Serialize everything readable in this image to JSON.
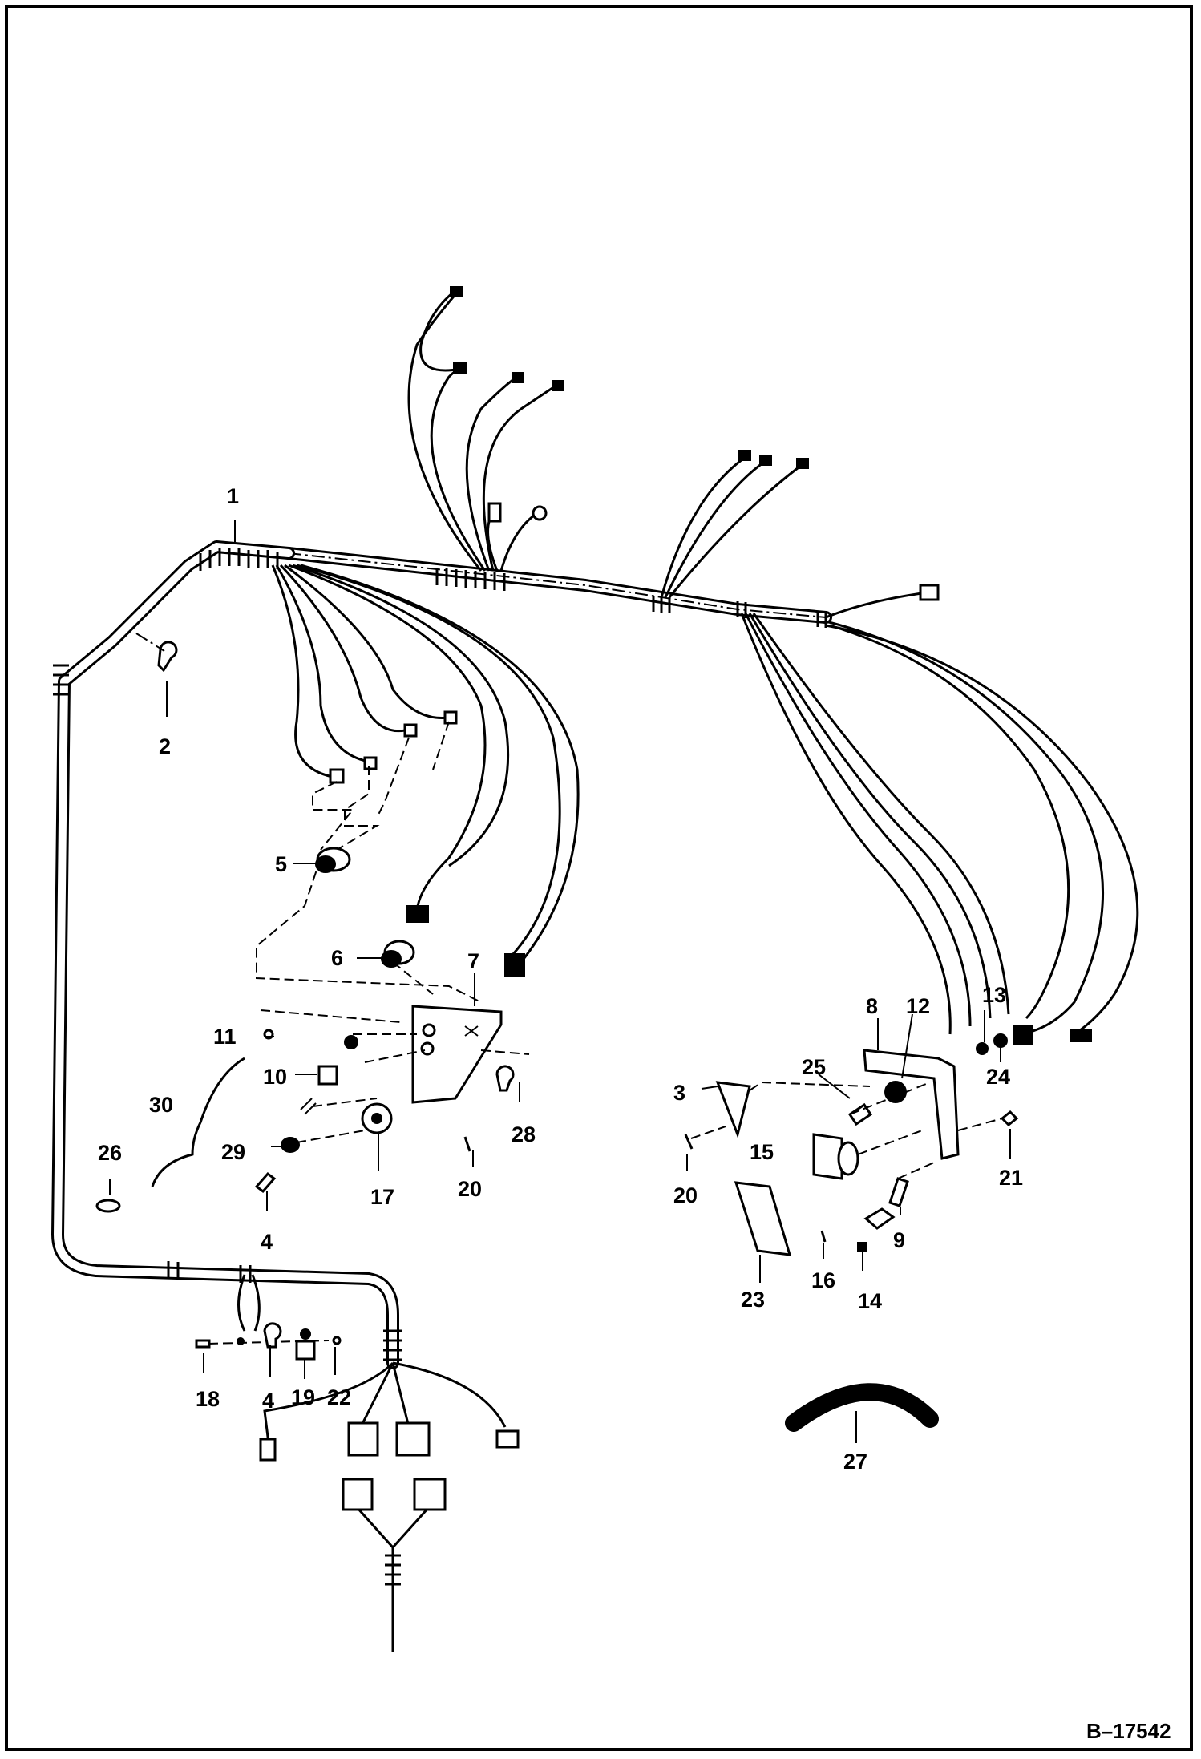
{
  "figure_code": "B–17542",
  "callouts": [
    "1",
    "2",
    "3",
    "4",
    "4",
    "5",
    "6",
    "7",
    "8",
    "9",
    "10",
    "11",
    "12",
    "13",
    "14",
    "15",
    "16",
    "17",
    "18",
    "19",
    "20",
    "20",
    "21",
    "22",
    "23",
    "24",
    "25",
    "26",
    "27",
    "28",
    "29",
    "30"
  ]
}
